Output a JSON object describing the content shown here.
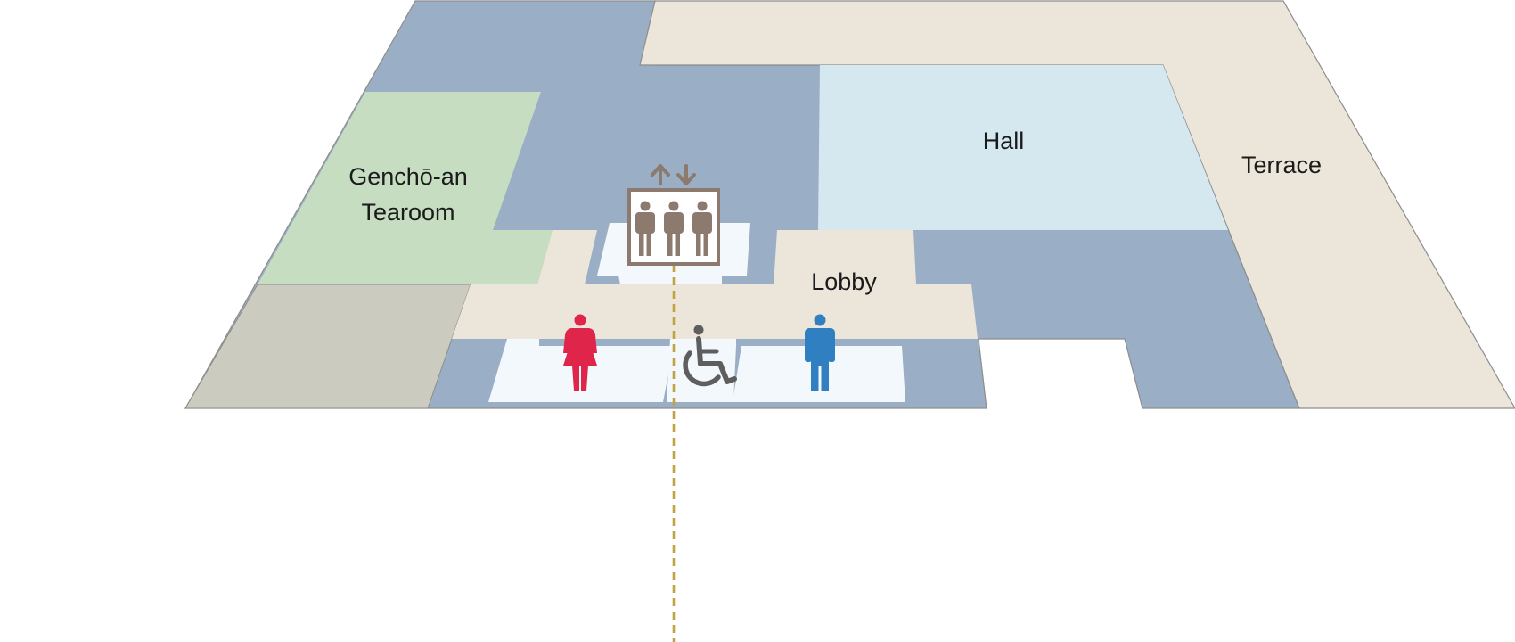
{
  "rooms": {
    "tearoom": {
      "label_line1": "Genchō-an",
      "label_line2": "Tearoom"
    },
    "hall": {
      "label": "Hall"
    },
    "terrace": {
      "label": "Terrace"
    },
    "lobby": {
      "label": "Lobby"
    }
  },
  "icons": {
    "elevator": "elevator-icon",
    "womens_restroom": "womens-restroom-icon",
    "accessible_restroom": "wheelchair-icon",
    "mens_restroom": "mens-restroom-icon"
  },
  "colors": {
    "corridor": "#9aaec5",
    "terrace": "#ece6da",
    "tearoom": "#c6ddc1",
    "hall": "#d5e7ef",
    "storage": "#cccbc0",
    "restroom_floor": "#f3f8fc",
    "elevator": "#8c7a6e",
    "women": "#e0254a",
    "men": "#2f7fc1",
    "wheelchair": "#5e5e5e",
    "route_line": "#c2a343"
  }
}
